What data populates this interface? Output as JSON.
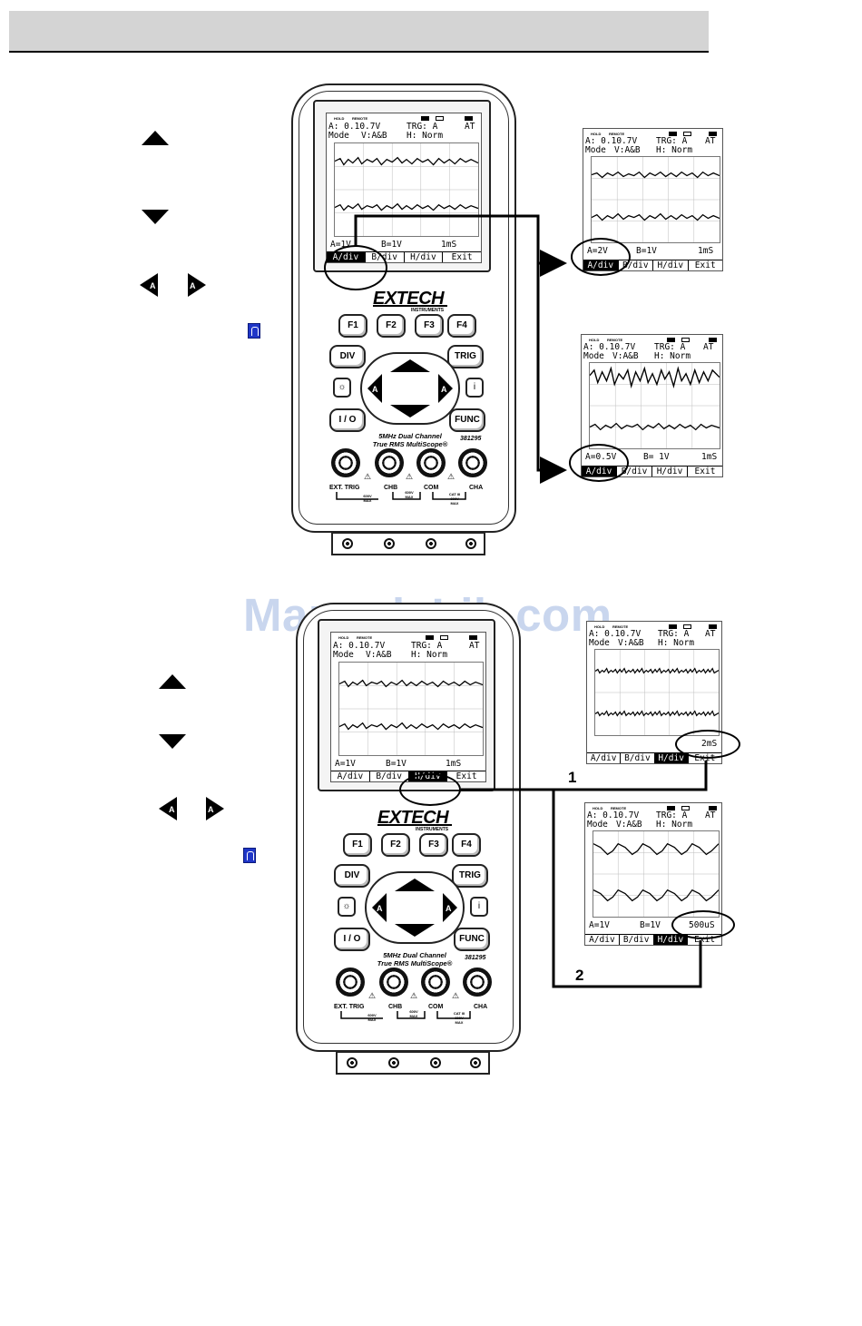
{
  "watermark": "ManualsLib.com",
  "meter": {
    "brand": "EXTECH",
    "brand_sub": "INSTRUMENTS",
    "f_keys": [
      "F1",
      "F2",
      "F3",
      "F4"
    ],
    "key_div": "DIV",
    "key_trig": "TRIG",
    "key_io": "I / O",
    "key_func": "FUNC",
    "key_info": "i",
    "arrow_key_letter": "A",
    "model_line1": "5MHz Dual Channel",
    "model_line2": "True RMS MultiScope®",
    "model_number": "381295",
    "jack_labels": [
      "EXT. TRIG",
      "CHB",
      "COM",
      "CHA"
    ],
    "tiny_max": "600V\nMAX",
    "tiny_cat": "CAT III\n600V\nMAX",
    "warning": "⚠"
  },
  "lcd_common": {
    "status_hold": "HOLD",
    "status_remote": "REMOTE",
    "line1_a": "A: 0.10.7V",
    "line1_trg": "TRG: A",
    "line1_at": "AT",
    "line2_mode": "Mode",
    "line2_v": "V:A&B",
    "line2_h": "H: Norm",
    "menu": [
      "A/div",
      "B/div",
      "H/div",
      "Exit"
    ]
  },
  "screens": {
    "s1_main": {
      "a": "A=1V",
      "b": "B=1V",
      "t": "1mS"
    },
    "s1_top": {
      "a": "A=2V",
      "b": "B=1V",
      "t": "1mS"
    },
    "s1_bot": {
      "a": "A=0.5V",
      "b": "B= 1V",
      "t": "1mS"
    },
    "s2_main": {
      "a": "A=1V",
      "b": "B=1V",
      "t": "1mS"
    },
    "s2_top": {
      "a": "",
      "b": "",
      "t": "2mS"
    },
    "s2_bot": {
      "a": "A=1V",
      "b": "B=1V",
      "t": "500uS"
    }
  },
  "step_labels": [
    "1",
    "2"
  ]
}
